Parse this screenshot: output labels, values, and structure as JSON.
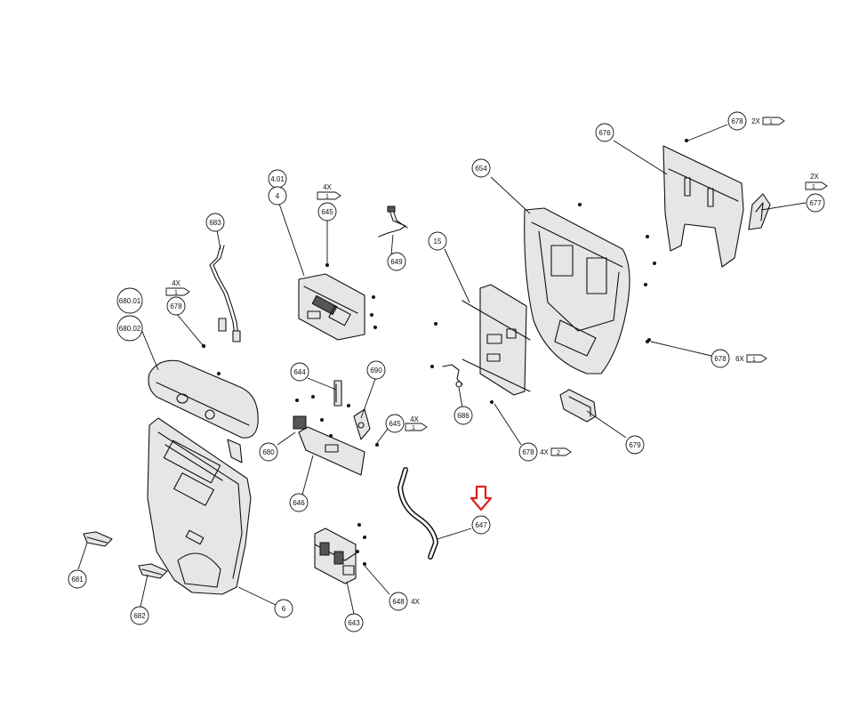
{
  "diagram": {
    "callouts": [
      {
        "id": "c-401",
        "label": "4.01"
      },
      {
        "id": "c-4",
        "label": "4"
      },
      {
        "id": "c-645a",
        "label": "645"
      },
      {
        "id": "c-649",
        "label": "649"
      },
      {
        "id": "c-683",
        "label": "683"
      },
      {
        "id": "c-68001",
        "label": "680.01"
      },
      {
        "id": "c-68002",
        "label": "680.02"
      },
      {
        "id": "c-678a",
        "label": "678"
      },
      {
        "id": "c-654",
        "label": "654"
      },
      {
        "id": "c-676",
        "label": "676"
      },
      {
        "id": "c-678b",
        "label": "678"
      },
      {
        "id": "c-677",
        "label": "677"
      },
      {
        "id": "c-15",
        "label": "15"
      },
      {
        "id": "c-678c",
        "label": "678"
      },
      {
        "id": "c-644",
        "label": "644"
      },
      {
        "id": "c-690",
        "label": "690"
      },
      {
        "id": "c-686",
        "label": "686"
      },
      {
        "id": "c-678d",
        "label": "678"
      },
      {
        "id": "c-679",
        "label": "679"
      },
      {
        "id": "c-645b",
        "label": "645"
      },
      {
        "id": "c-680",
        "label": "680"
      },
      {
        "id": "c-646",
        "label": "646"
      },
      {
        "id": "c-647",
        "label": "647"
      },
      {
        "id": "c-681",
        "label": "681"
      },
      {
        "id": "c-682",
        "label": "682"
      },
      {
        "id": "c-6",
        "label": "6"
      },
      {
        "id": "c-648",
        "label": "648"
      },
      {
        "id": "c-643",
        "label": "643"
      }
    ],
    "quantities": [
      {
        "id": "q-645a",
        "qty": "4X",
        "box": "1"
      },
      {
        "id": "q-678a",
        "qty": "4X",
        "box": "1"
      },
      {
        "id": "q-678b",
        "qty": "2X",
        "box": "1"
      },
      {
        "id": "q-677",
        "qty": "2X",
        "box": "1"
      },
      {
        "id": "q-678c",
        "qty": "6X",
        "box": "1"
      },
      {
        "id": "q-678d",
        "qty": "4X",
        "box": "2"
      },
      {
        "id": "q-645b",
        "qty": "4X",
        "box": "1"
      },
      {
        "id": "q-648",
        "qty": "4X"
      }
    ],
    "highlight_arrow_color": "#e02020"
  }
}
